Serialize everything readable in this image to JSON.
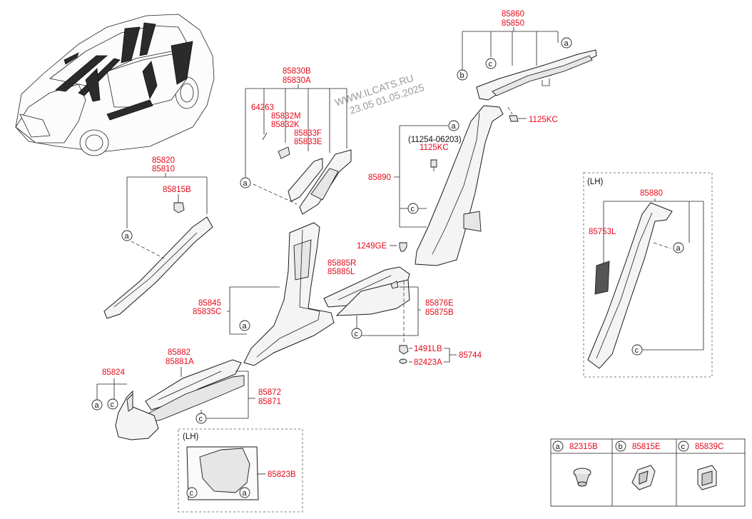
{
  "watermark": {
    "line1": "WWW.ILCATS.RU",
    "line2": "23.05 01.05.2025"
  },
  "labels": {
    "p85860": "85860",
    "p85850": "85850",
    "p85830B": "85830B",
    "p85830A": "85830A",
    "p64263": "64263",
    "p85832M": "85832M",
    "p85832K": "85832K",
    "p85833F": "85833F",
    "p85833E": "85833E",
    "p1125KC_a": "1125KC",
    "p11254": "(11254-06203)",
    "p1125KC_b": "1125KC",
    "p85890": "85890",
    "p85820": "85820",
    "p85810": "85810",
    "p85815B": "85815B",
    "p1249GE": "1249GE",
    "p85885R": "85885R",
    "p85885L": "85885L",
    "p85845": "85845",
    "p85835C": "85835C",
    "p85876E": "85876E",
    "p85875B": "85875B",
    "p1491LB": "1491LB",
    "p82423A": "82423A",
    "p85744": "85744",
    "p85882": "85882",
    "p85881A": "85881A",
    "p85824": "85824",
    "p85872": "85872",
    "p85871": "85871",
    "lh1": "(LH)",
    "p85880": "85880",
    "p85753L": "85753L",
    "lh2": "(LH)",
    "p85823B": "85823B"
  },
  "callout": "a",
  "callouts": {
    "a": "a",
    "b": "b",
    "c": "c"
  },
  "legend": [
    {
      "key": "a",
      "part": "82315B"
    },
    {
      "key": "b",
      "part": "85815E"
    },
    {
      "key": "c",
      "part": "85839C"
    }
  ],
  "colors": {
    "label": "#e5091a",
    "line": "#222222",
    "fill": "#f4f4f4"
  }
}
